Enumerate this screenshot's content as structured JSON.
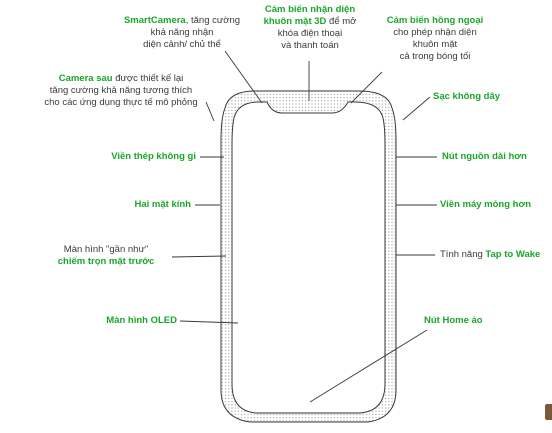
{
  "labels": {
    "smartcamera": {
      "head": "SmartCamera",
      "rest1": ", tăng cường",
      "rest2": "khả năng nhận",
      "rest3": "diện cảnh/ chủ thể"
    },
    "sensor3d": {
      "head1": "Cảm biến nhận diện",
      "head2": "khuôn mặt 3D",
      "rest2": " để mở",
      "rest3": "khóa điện thoại",
      "rest4": "và thanh toán"
    },
    "infrared": {
      "head": "Cảm biến hồng ngoại",
      "rest1": "cho phép nhận diện",
      "rest2": "khuôn mặt",
      "rest3": "cả trong bóng tối"
    },
    "rear_camera": {
      "head": "Camera sau",
      "rest1": " được thiết kế lại",
      "rest2": "tăng cường khả năng tương thích",
      "rest3": "cho các ứng dụng thực tế mô phỏng"
    },
    "wireless": {
      "head": "Sạc không dây"
    },
    "steel_frame": {
      "head": "Viền thép không gỉ"
    },
    "battery": {
      "head": "Nút nguồn dài hơn"
    },
    "glass": {
      "head": "Hai mặt kính"
    },
    "bezel": {
      "head": "Viền máy mỏng hơn"
    },
    "full_screen": {
      "rest1": "Màn hình \"gần như\"",
      "head": "chiếm trọn mặt trước"
    },
    "tap_wake": {
      "rest1": "Tính năng ",
      "head": "Tap to Wake"
    },
    "oled": {
      "head": "Màn hình OLED"
    },
    "home": {
      "head": "Nút Home ảo"
    }
  },
  "colors": {
    "accent": "#1aa62a",
    "text": "#3b3b3b",
    "outline": "#3a3a3a",
    "dots": "#8a8a8a"
  }
}
